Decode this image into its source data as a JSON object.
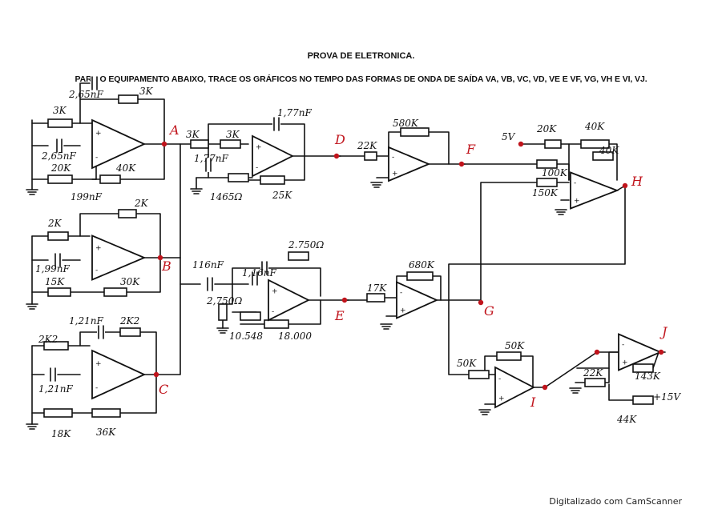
{
  "header": {
    "title": "PROVA DE ELETRONICA.",
    "instruction": "PARA O EQUIPAMENTO ABAIXO, TRACE OS GRÁFICOS NO TEMPO DAS FORMAS DE ONDA DE SAÍDA VA, VB, VC, VD, VE E VF, VG, VH E VI, VJ."
  },
  "footer": {
    "scanner_note": "Digitalizado com CamScanner"
  },
  "nodes": [
    "A",
    "B",
    "C",
    "D",
    "E",
    "F",
    "G",
    "H",
    "I",
    "J"
  ],
  "labels": {
    "stageA": {
      "c_fb": "2,65nF",
      "r_fb": "3K",
      "r_in": "3K",
      "c_in": "2,65nF",
      "r_g": "20K",
      "r_fb2": "40K"
    },
    "stageB": {
      "c_fb": "199nF",
      "r_fb": "2K",
      "r_in": "2K",
      "c_in": "1,99nF",
      "r_g": "15K",
      "r_fb2": "30K"
    },
    "stageC": {
      "c_fb": "1,21nF",
      "r_fb": "2K2",
      "r_in": "2K2",
      "c_in": "1,21nF",
      "r_g": "18K",
      "r_fb2": "36K"
    },
    "stageD": {
      "r_in": "3K",
      "c_fb": "1,77nF",
      "r_fb": "3K",
      "c_g": "1,77nF",
      "r_g": "1465Ω",
      "r_fb2": "25K"
    },
    "stageE": {
      "c1": "116nF",
      "c2": "1,16nF",
      "r_fb": "2.750Ω",
      "r_in": "2,750Ω",
      "r_g": "10.548",
      "r_fb2": "18.000"
    },
    "stageF": {
      "r_in": "22K",
      "r_fb": "580K"
    },
    "stageG": {
      "r_in": "17K",
      "r_fb": "680K"
    },
    "stageH": {
      "vref": "5V",
      "r_ref": "20K",
      "r_fb": "40K",
      "r_f2": "40K",
      "r_in_f": "100K",
      "r_in_g": "150K"
    },
    "stageI": {
      "r_in": "50K",
      "r_fb": "50K"
    },
    "stageJ": {
      "r_in": "22K",
      "r_fb": "143K",
      "r_ref": "44K",
      "vref": "+15V"
    }
  },
  "colors": {
    "ink": "#111111",
    "node_marker": "#c0141c",
    "paper": "#ffffff"
  },
  "opamp_pins": {
    "plus": "+",
    "minus": "-"
  }
}
